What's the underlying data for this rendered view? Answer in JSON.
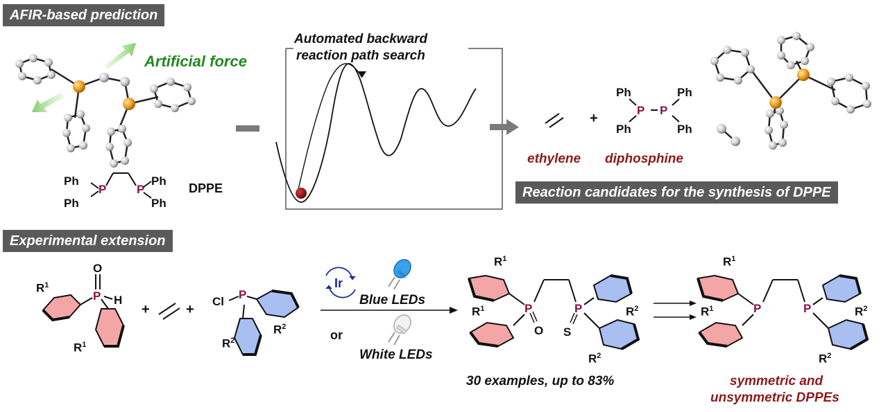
{
  "banners": {
    "afir": "AFIR-based prediction",
    "candidates": "Reaction candidates for the synthesis of DPPE",
    "experimental": "Experimental extension"
  },
  "top": {
    "artificial_force": "Artificial force",
    "search_line1": "Automated backward",
    "search_line2": "reaction path search",
    "ph": "Ph",
    "p": "P",
    "dppe": "DPPE",
    "plus": "+",
    "ethylene": "ethylene",
    "diphosphine": "diphosphine"
  },
  "bottom": {
    "O": "O",
    "H": "H",
    "Cl": "Cl",
    "P": "P",
    "S": "S",
    "R": "R",
    "sup1": "1",
    "sup2": "2",
    "plus": "+",
    "ir": "Ir",
    "blue_leds": "Blue LEDs",
    "or": "or",
    "white_leds": "White LEDs",
    "examples": "30 examples, up to 83%",
    "result_line1": "symmetric and",
    "result_line2": "unsymmetric DPPEs"
  },
  "colors": {
    "banner_bg": "#5a5a5a",
    "phosphorus": "#8b1048",
    "dark_red": "#8b1a1a",
    "green": "#1f8a1f",
    "pink_ring": "#f4a6a6",
    "blue_ring": "#a9bff2",
    "orange_atom": "#f0a020",
    "ir_blue": "#1a2a9c"
  }
}
